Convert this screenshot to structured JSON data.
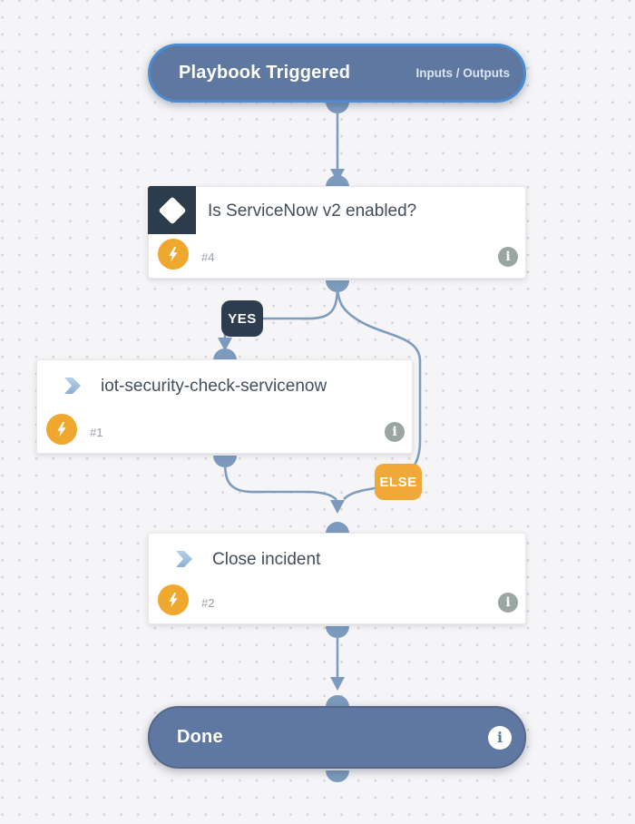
{
  "trigger": {
    "title": "Playbook Triggered",
    "io_label": "Inputs / Outputs"
  },
  "condition": {
    "title": "Is ServiceNow v2 enabled?",
    "number": "#4"
  },
  "branches": {
    "yes": "YES",
    "else": "ELSE"
  },
  "task_iot": {
    "title": "iot-security-check-servicenow",
    "number": "#1"
  },
  "task_close": {
    "title": "Close incident",
    "number": "#2"
  },
  "done": {
    "title": "Done"
  },
  "icons": {
    "condition_icon": "diamond-icon",
    "task_icon": "chevron-icon",
    "automation_icon": "lightning-bolt-icon",
    "info_icon": "info-icon",
    "info_glyph": "i"
  },
  "colors": {
    "canvas_background": "#f5f4f6",
    "grid_dot": "#d2d1d7",
    "pill_fill": "#5e78a1",
    "trigger_border": "#4a8cd2",
    "done_border": "#56678a",
    "condition_square": "#2d3c4c",
    "yes_badge": "#2d3c4e",
    "else_badge": "#f0a838",
    "bolt_orange": "#f0a72e",
    "connector": "#7d9cbe",
    "info_gray": "#9aa5a4",
    "title_text": "#414e5b"
  }
}
